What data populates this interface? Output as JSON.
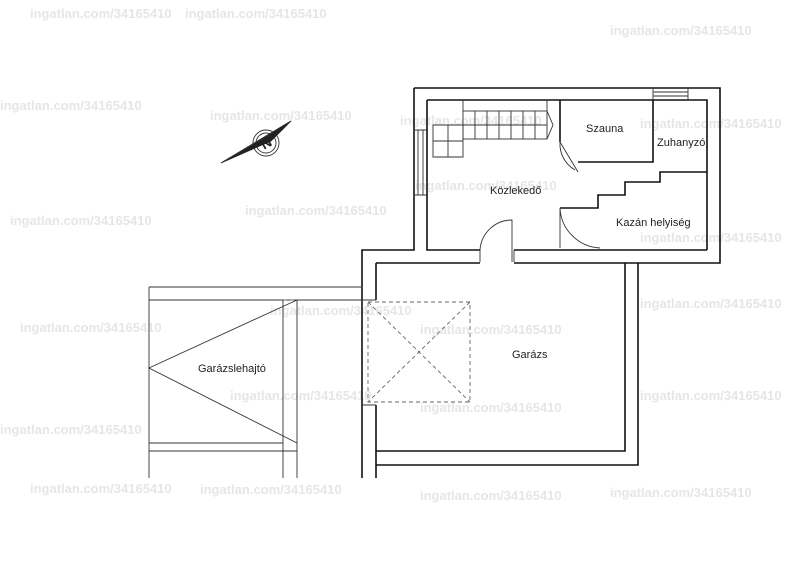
{
  "rooms": {
    "szauna": "Szauna",
    "zuhanyzo": "Zuhanyzó",
    "kozlekedo": "Közlekedő",
    "kazan": "Kazán helyiség",
    "garazs": "Garázs",
    "garazslehajto": "Garázslehajtó"
  },
  "watermark": "ingatlan.com/34165410",
  "compass": {
    "icon": "north-arrow-icon"
  }
}
